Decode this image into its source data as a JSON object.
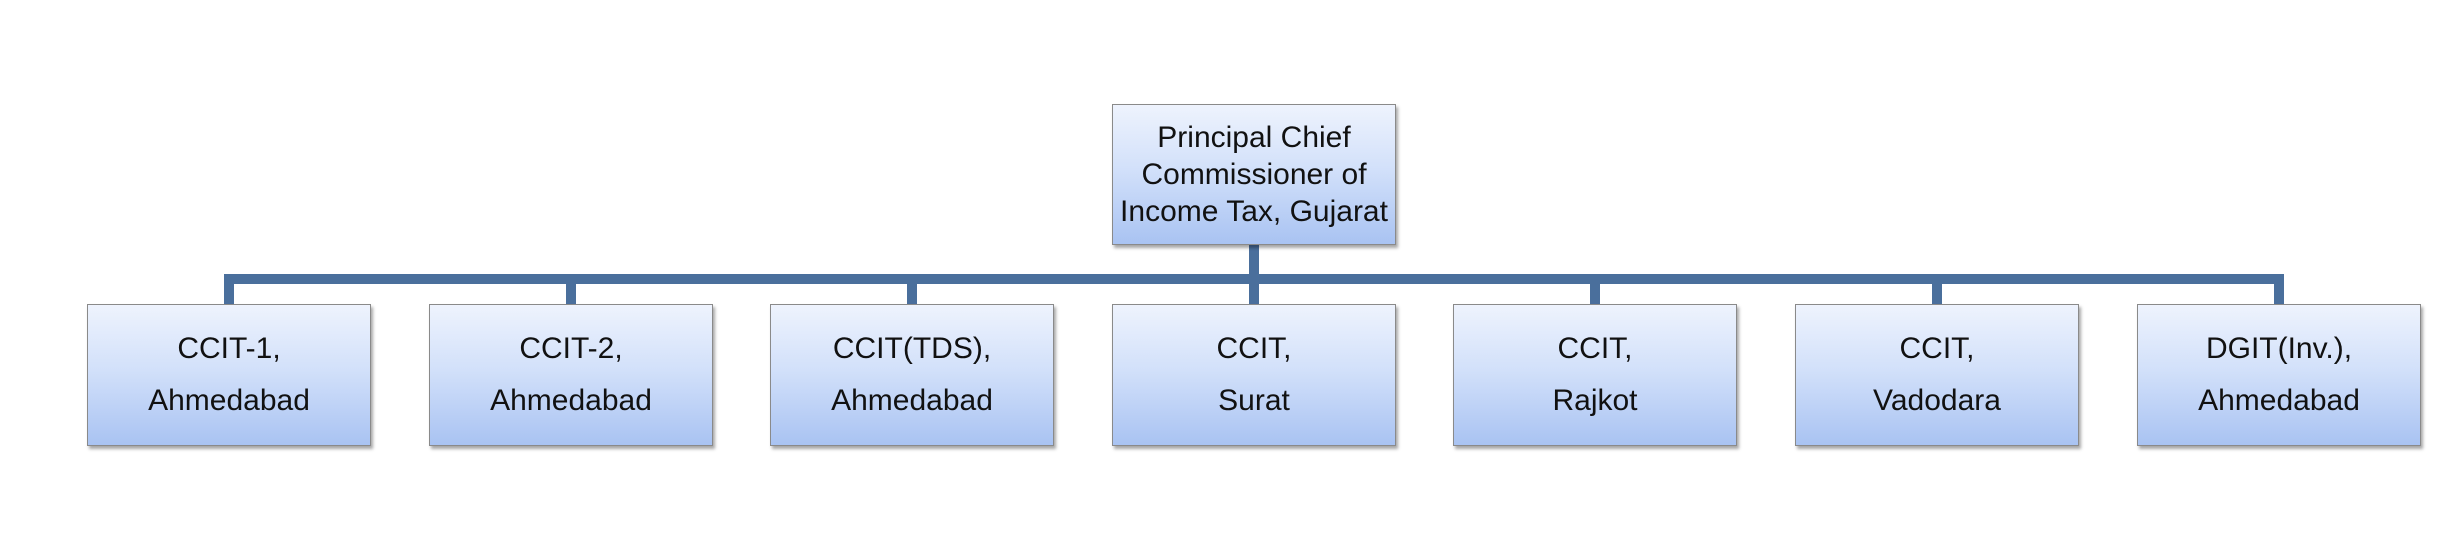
{
  "root": {
    "lines": [
      "Principal Chief",
      "Commissioner of",
      "Income Tax, Gujarat"
    ]
  },
  "children": [
    {
      "line1": "CCIT-1,",
      "line2": "Ahmedabad"
    },
    {
      "line1": "CCIT-2,",
      "line2": "Ahmedabad"
    },
    {
      "line1": "CCIT(TDS),",
      "line2": "Ahmedabad"
    },
    {
      "line1": "CCIT,",
      "line2": "Surat"
    },
    {
      "line1": "CCIT,",
      "line2": "Rajkot"
    },
    {
      "line1": "CCIT,",
      "line2": "Vadodara"
    },
    {
      "line1": "DGIT(Inv.),",
      "line2": "Ahmedabad"
    }
  ],
  "colors": {
    "connector": "#4a6f9c",
    "box_top": "#eef3fd",
    "box_bottom": "#a9c3f2",
    "box_border": "#8a8a8a"
  }
}
